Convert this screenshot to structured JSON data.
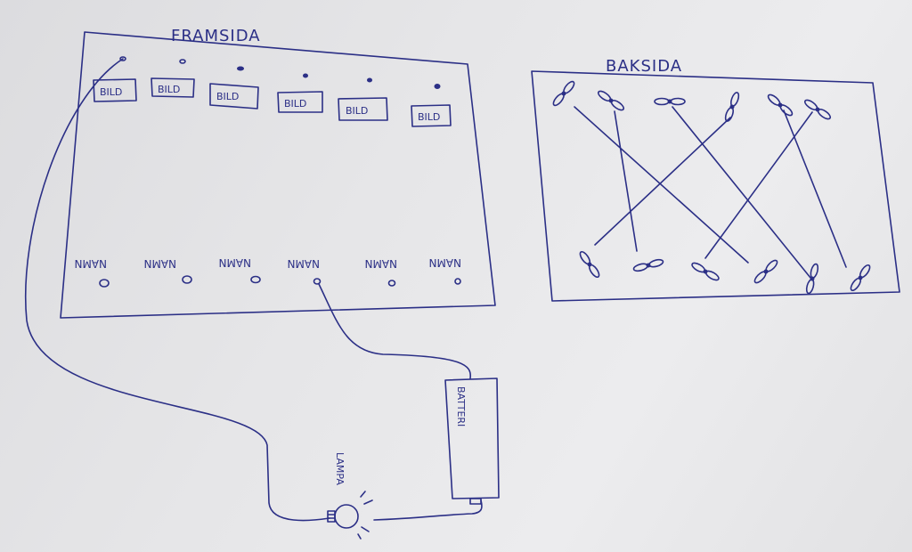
{
  "front": {
    "title": "FRAMSIDA",
    "picture_labels": [
      "BILD",
      "BILD",
      "BILD",
      "BILD",
      "BILD",
      "BILD"
    ],
    "name_labels": [
      "NAMN",
      "NAMN",
      "NAMN",
      "NAMN",
      "NAMN",
      "NAMN"
    ]
  },
  "back": {
    "title": "BAKSIDA"
  },
  "circuit": {
    "battery_label": "BATTERI",
    "lamp_label": "LAMPA"
  },
  "colors": {
    "ink": "#2b2f86",
    "paper": "#e6e6e8"
  }
}
